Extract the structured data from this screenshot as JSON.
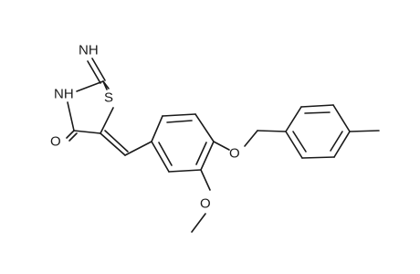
{
  "molecule": {
    "atoms": {
      "imine": "NH",
      "thiazole_nh": "NH",
      "sulfur": "S",
      "carbonyl_o": "O",
      "ether_o": "O",
      "methoxy_o": "O"
    }
  },
  "colors": {
    "bond": "#1a1a1a",
    "background": "#ffffff"
  }
}
